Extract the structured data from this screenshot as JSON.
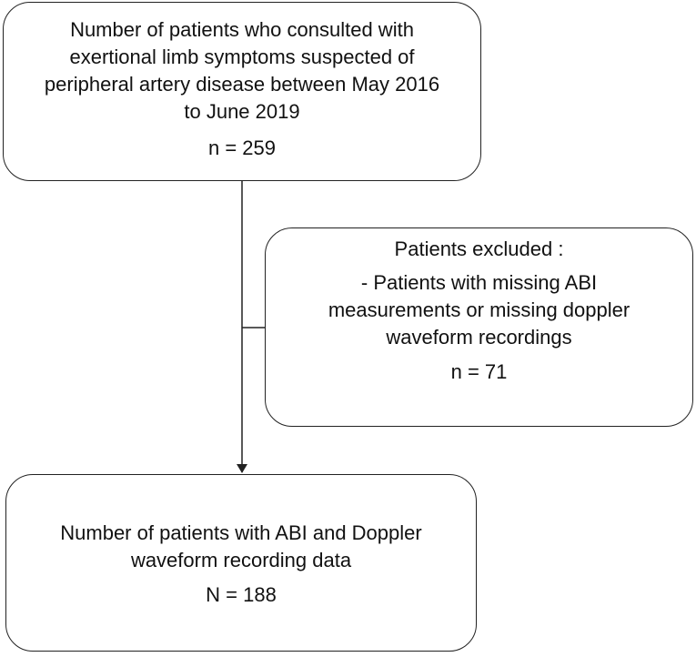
{
  "flowchart": {
    "top_box": {
      "lines": [
        "Number of patients who consulted with",
        "exertional limb symptoms suspected of",
        "peripheral artery disease between May 2016",
        "to June 2019"
      ],
      "count": "n = 259"
    },
    "excluded_box": {
      "heading": "Patients excluded :",
      "lines": [
        "- Patients with missing ABI",
        "measurements or missing doppler",
        "waveform recordings"
      ],
      "count": "n =  71"
    },
    "bottom_box": {
      "lines": [
        "Number of patients with ABI and Doppler",
        "waveform recording data"
      ],
      "count": "N = 188"
    },
    "colors": {
      "stroke": "#222222",
      "text": "#111111",
      "background": "#ffffff"
    }
  }
}
